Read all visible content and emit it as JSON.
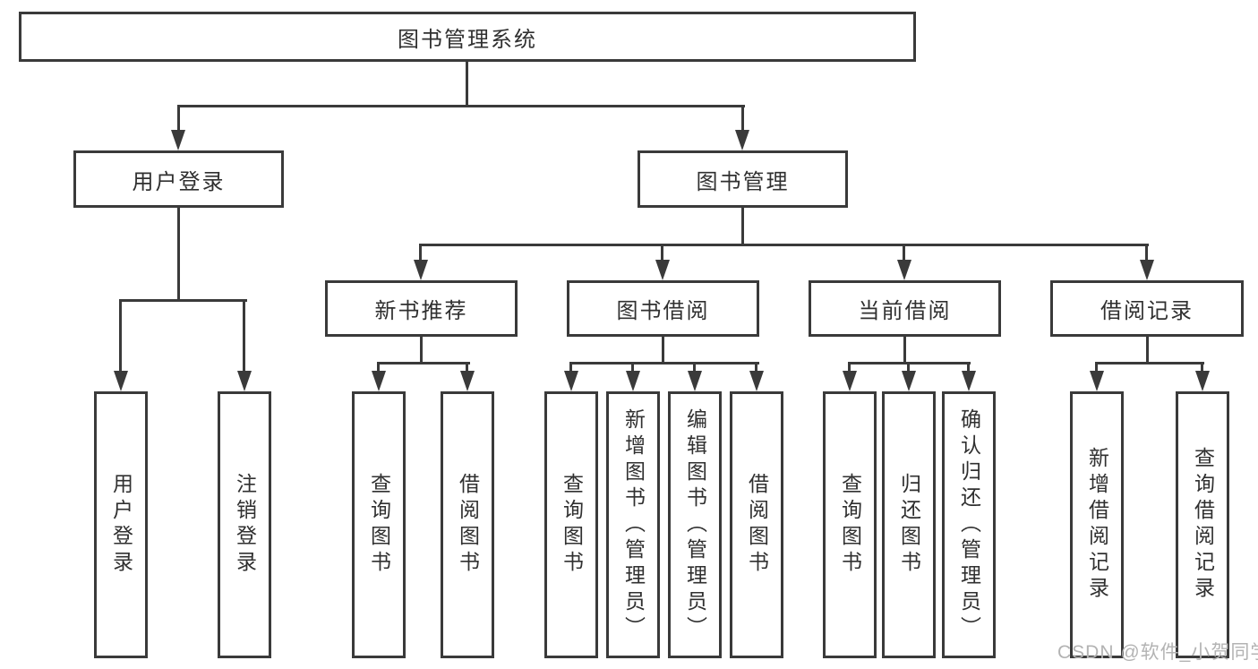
{
  "title": "图书管理系统",
  "colors": {
    "line": "#3a3a3a",
    "text": "#303030",
    "background": "#ffffff",
    "watermark": "#b3b3b3"
  },
  "nodes": {
    "root": "图书管理系统",
    "branches": [
      "用户登录",
      "图书管理"
    ],
    "sections": [
      "新书推荐",
      "图书借阅",
      "当前借阅",
      "借阅记录"
    ],
    "leaves": {
      "user_login": [
        "用户登录",
        "注销登录"
      ],
      "new_book_recommend": [
        "查询图书",
        "借阅图书"
      ],
      "book_borrow": [
        "查询图书",
        "新增图书（管理员）",
        "编辑图书（管理员）",
        "借阅图书"
      ],
      "current_borrow": [
        "查询图书",
        "归还图书",
        "确认归还（管理员）"
      ],
      "borrow_records": [
        "新增借阅记录",
        "查询借阅记录"
      ]
    }
  },
  "watermark": "CSDN @软件_小贺同学"
}
